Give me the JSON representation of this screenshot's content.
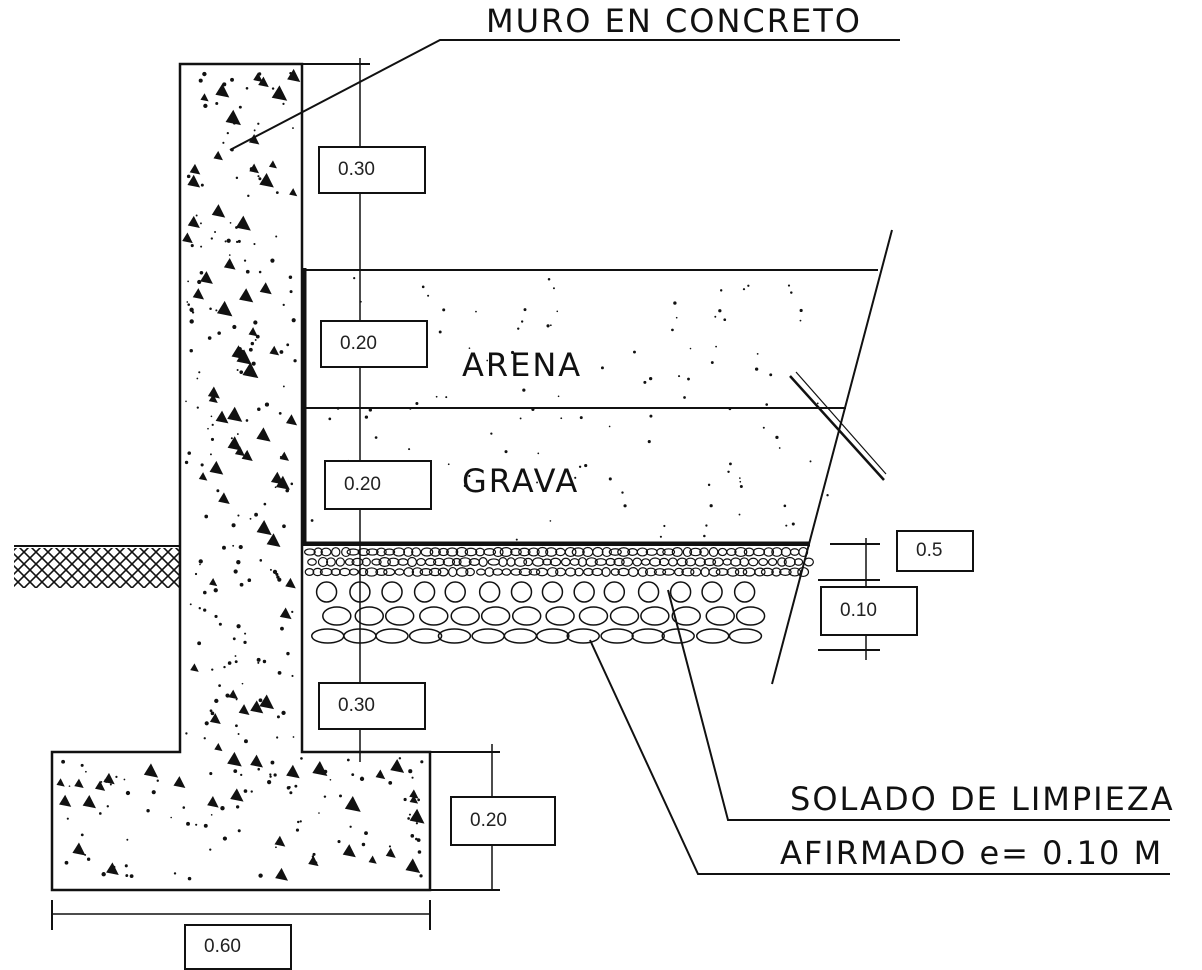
{
  "labels": {
    "wall": "MURO EN CONCRETO",
    "sand": "ARENA",
    "gravel": "GRAVA",
    "cleaning_slab": "SOLADO DE LIMPIEZA",
    "base_course": "AFIRMADO e= 0.10 M"
  },
  "dimensions": {
    "wall_top": "0.30",
    "sand_layer": "0.20",
    "gravel_layer": "0.20",
    "slab_small": "0.5",
    "slab": "0.10",
    "wall_lower": "0.30",
    "footing_height": "0.20",
    "footing_width": "0.60"
  },
  "colors": {
    "line": "#111111",
    "background": "#ffffff"
  }
}
